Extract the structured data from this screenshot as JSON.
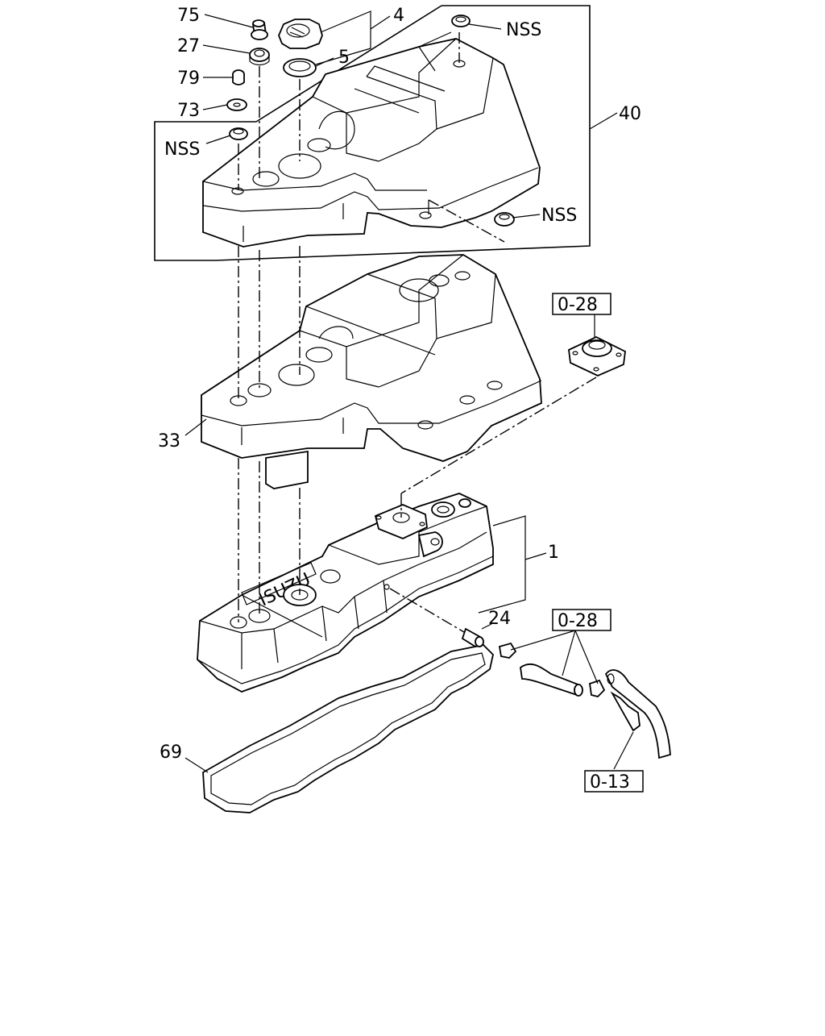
{
  "callouts": {
    "c75": "75",
    "c27": "27",
    "c79": "79",
    "c73": "73",
    "c4": "4",
    "c5": "5",
    "c40": "40",
    "c33": "33",
    "c1": "1",
    "c24": "24",
    "c69": "69",
    "nss1": "NSS",
    "nss2": "NSS",
    "nss3": "NSS"
  },
  "ref_boxes": {
    "r1": "0-28",
    "r2": "0-28",
    "r3": "0-13"
  },
  "emboss_text": "ISUZU"
}
